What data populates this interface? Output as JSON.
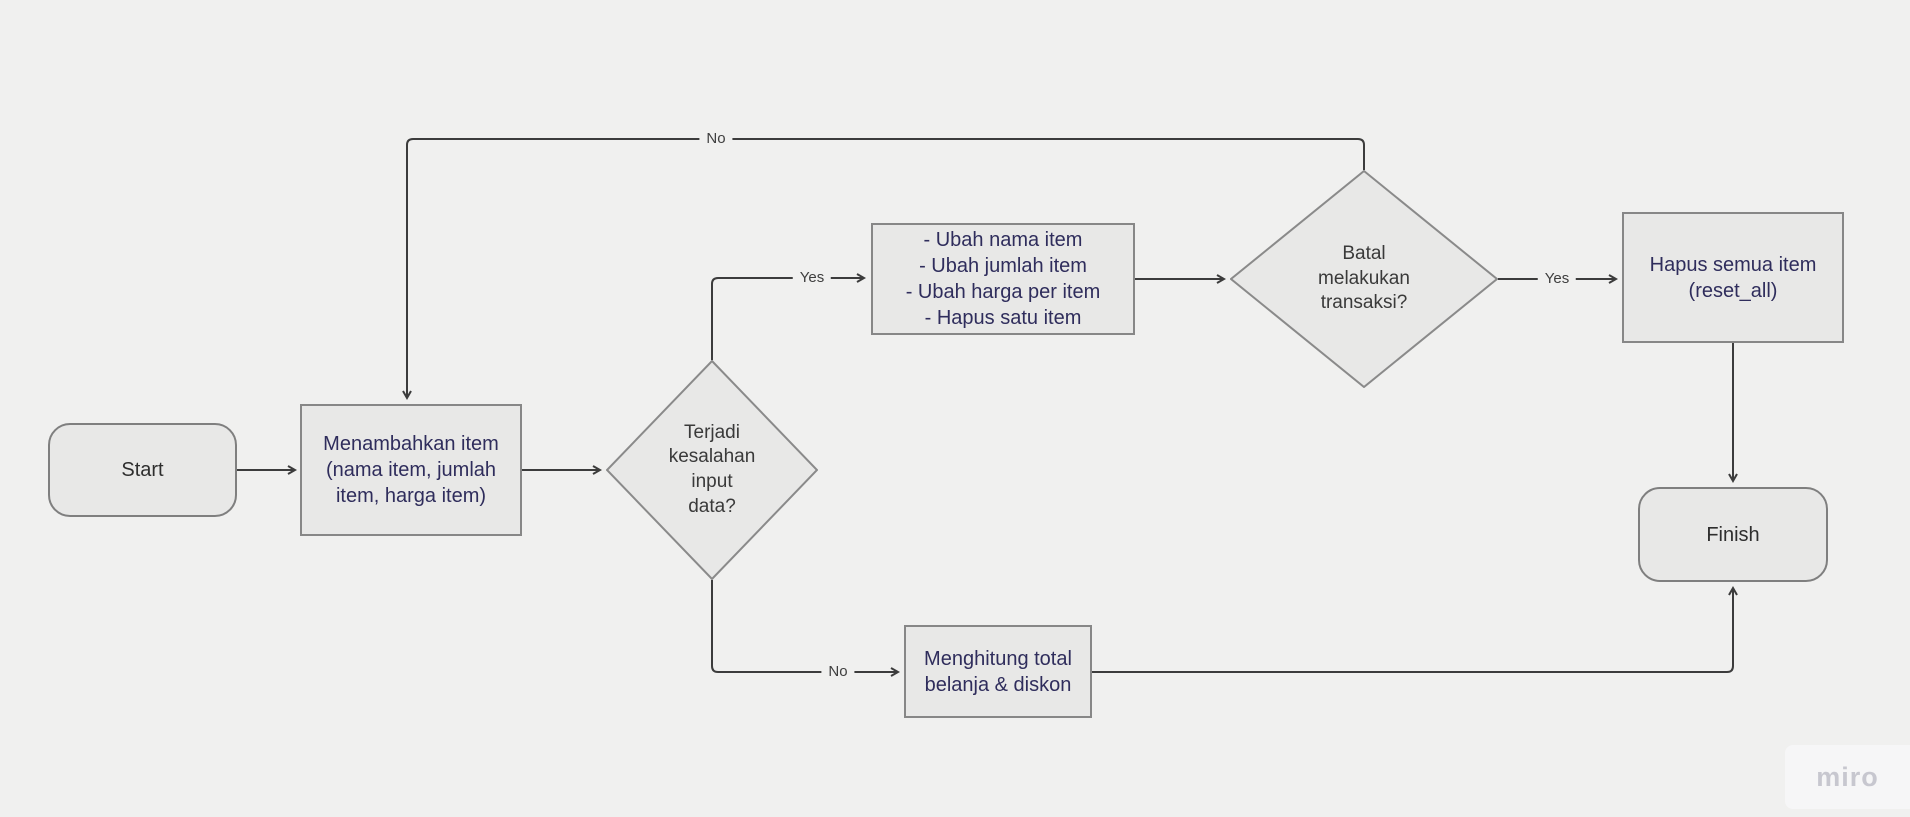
{
  "canvas": {
    "background": "#f0f0ef",
    "shape_fill": "#e8e8e7",
    "shape_border": "#878787",
    "connector_color": "#3c3c3c",
    "process_text_color": "#2f2d5c",
    "decision_text_color": "#3a3a3a"
  },
  "nodes": {
    "start": {
      "type": "terminator",
      "label": "Start"
    },
    "add_item": {
      "type": "process",
      "label": "Menambahkan item\n(nama item, jumlah\nitem, harga item)"
    },
    "error_decision": {
      "type": "decision",
      "label": "Terjadi\nkesalahan\ninput\ndata?"
    },
    "edit_options": {
      "type": "process",
      "label": "- Ubah nama item\n- Ubah jumlah item\n- Ubah harga per item\n- Hapus satu item"
    },
    "cancel_decision": {
      "type": "decision",
      "label": "Batal\nmelakukan\ntransaksi?"
    },
    "reset_all": {
      "type": "process",
      "label": "Hapus semua item\n(reset_all)"
    },
    "calc_total": {
      "type": "process",
      "label": "Menghitung total\nbelanja & diskon"
    },
    "finish": {
      "type": "terminator",
      "label": "Finish"
    }
  },
  "edges": [
    {
      "from": "start",
      "to": "add_item",
      "label": ""
    },
    {
      "from": "add_item",
      "to": "error_decision",
      "label": ""
    },
    {
      "from": "error_decision",
      "to": "edit_options",
      "label": "Yes"
    },
    {
      "from": "edit_options",
      "to": "cancel_decision",
      "label": ""
    },
    {
      "from": "cancel_decision",
      "to": "reset_all",
      "label": "Yes"
    },
    {
      "from": "reset_all",
      "to": "finish",
      "label": ""
    },
    {
      "from": "cancel_decision",
      "to": "add_item",
      "label": "No"
    },
    {
      "from": "error_decision",
      "to": "calc_total",
      "label": "No"
    },
    {
      "from": "calc_total",
      "to": "finish",
      "label": ""
    }
  ],
  "watermark": {
    "label": "miro"
  }
}
